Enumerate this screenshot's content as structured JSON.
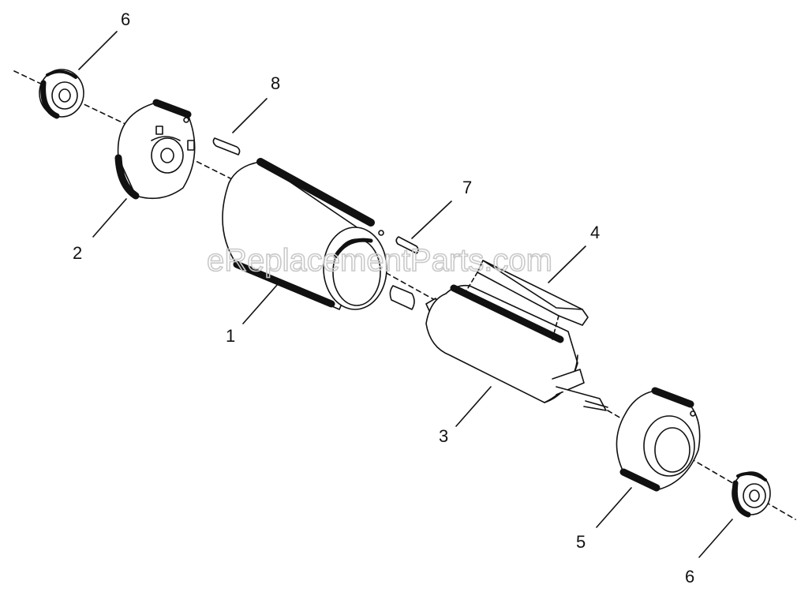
{
  "watermark": "eReplacementParts.com",
  "callouts": [
    {
      "id": "c6a",
      "label": "6"
    },
    {
      "id": "c8",
      "label": "8"
    },
    {
      "id": "c2",
      "label": "2"
    },
    {
      "id": "c7",
      "label": "7"
    },
    {
      "id": "c4",
      "label": "4"
    },
    {
      "id": "c1",
      "label": "1"
    },
    {
      "id": "c3",
      "label": "3"
    },
    {
      "id": "c5",
      "label": "5"
    },
    {
      "id": "c6b",
      "label": "6"
    }
  ]
}
